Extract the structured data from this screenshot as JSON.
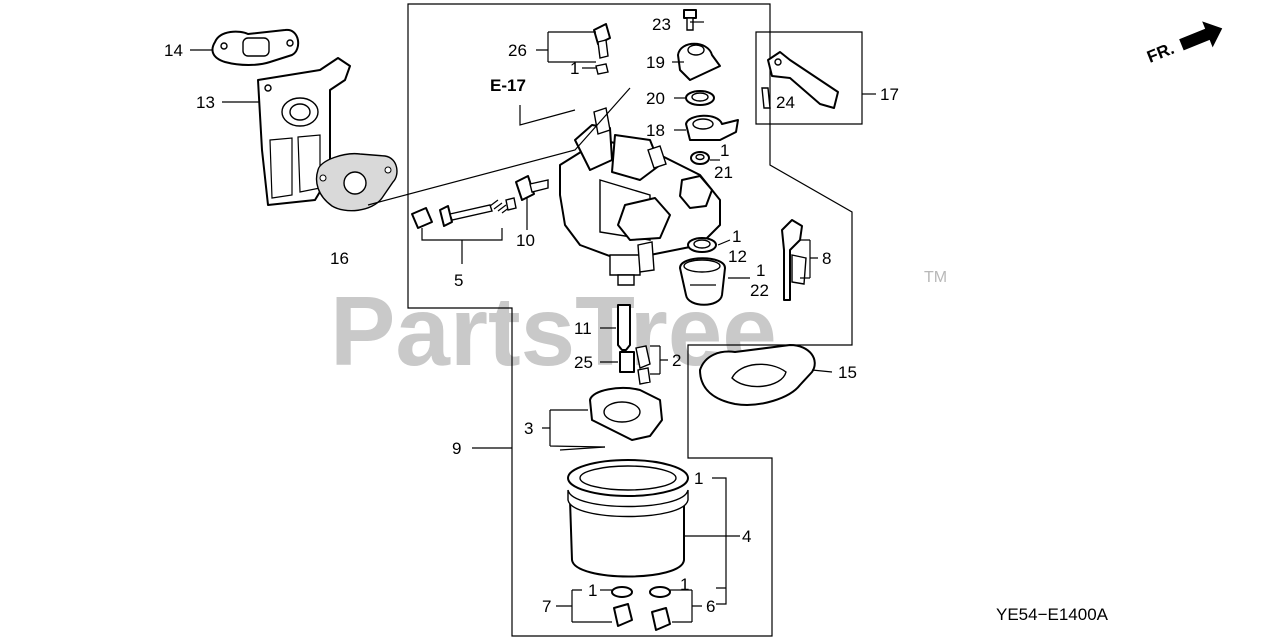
{
  "watermark": {
    "text": "PartsTree",
    "trademark": "TM"
  },
  "drawing_code": "YE54−E1400A",
  "direction_label": "FR.",
  "reference_label": "E-17",
  "callouts": {
    "c1_a": "1",
    "c1_b": "1",
    "c1_c": "1",
    "c1_d": "1",
    "c1_e": "1",
    "c1_f": "1",
    "c1_g": "1",
    "c2": "2",
    "c3": "3",
    "c4": "4",
    "c5": "5",
    "c6": "6",
    "c7": "7",
    "c8": "8",
    "c9": "9",
    "c10": "10",
    "c11": "11",
    "c12": "12",
    "c13": "13",
    "c14": "14",
    "c15": "15",
    "c16": "16",
    "c17": "17",
    "c18": "18",
    "c19": "19",
    "c20": "20",
    "c21": "21",
    "c22": "22",
    "c23": "23",
    "c24": "24",
    "c25": "25",
    "c26": "26"
  }
}
